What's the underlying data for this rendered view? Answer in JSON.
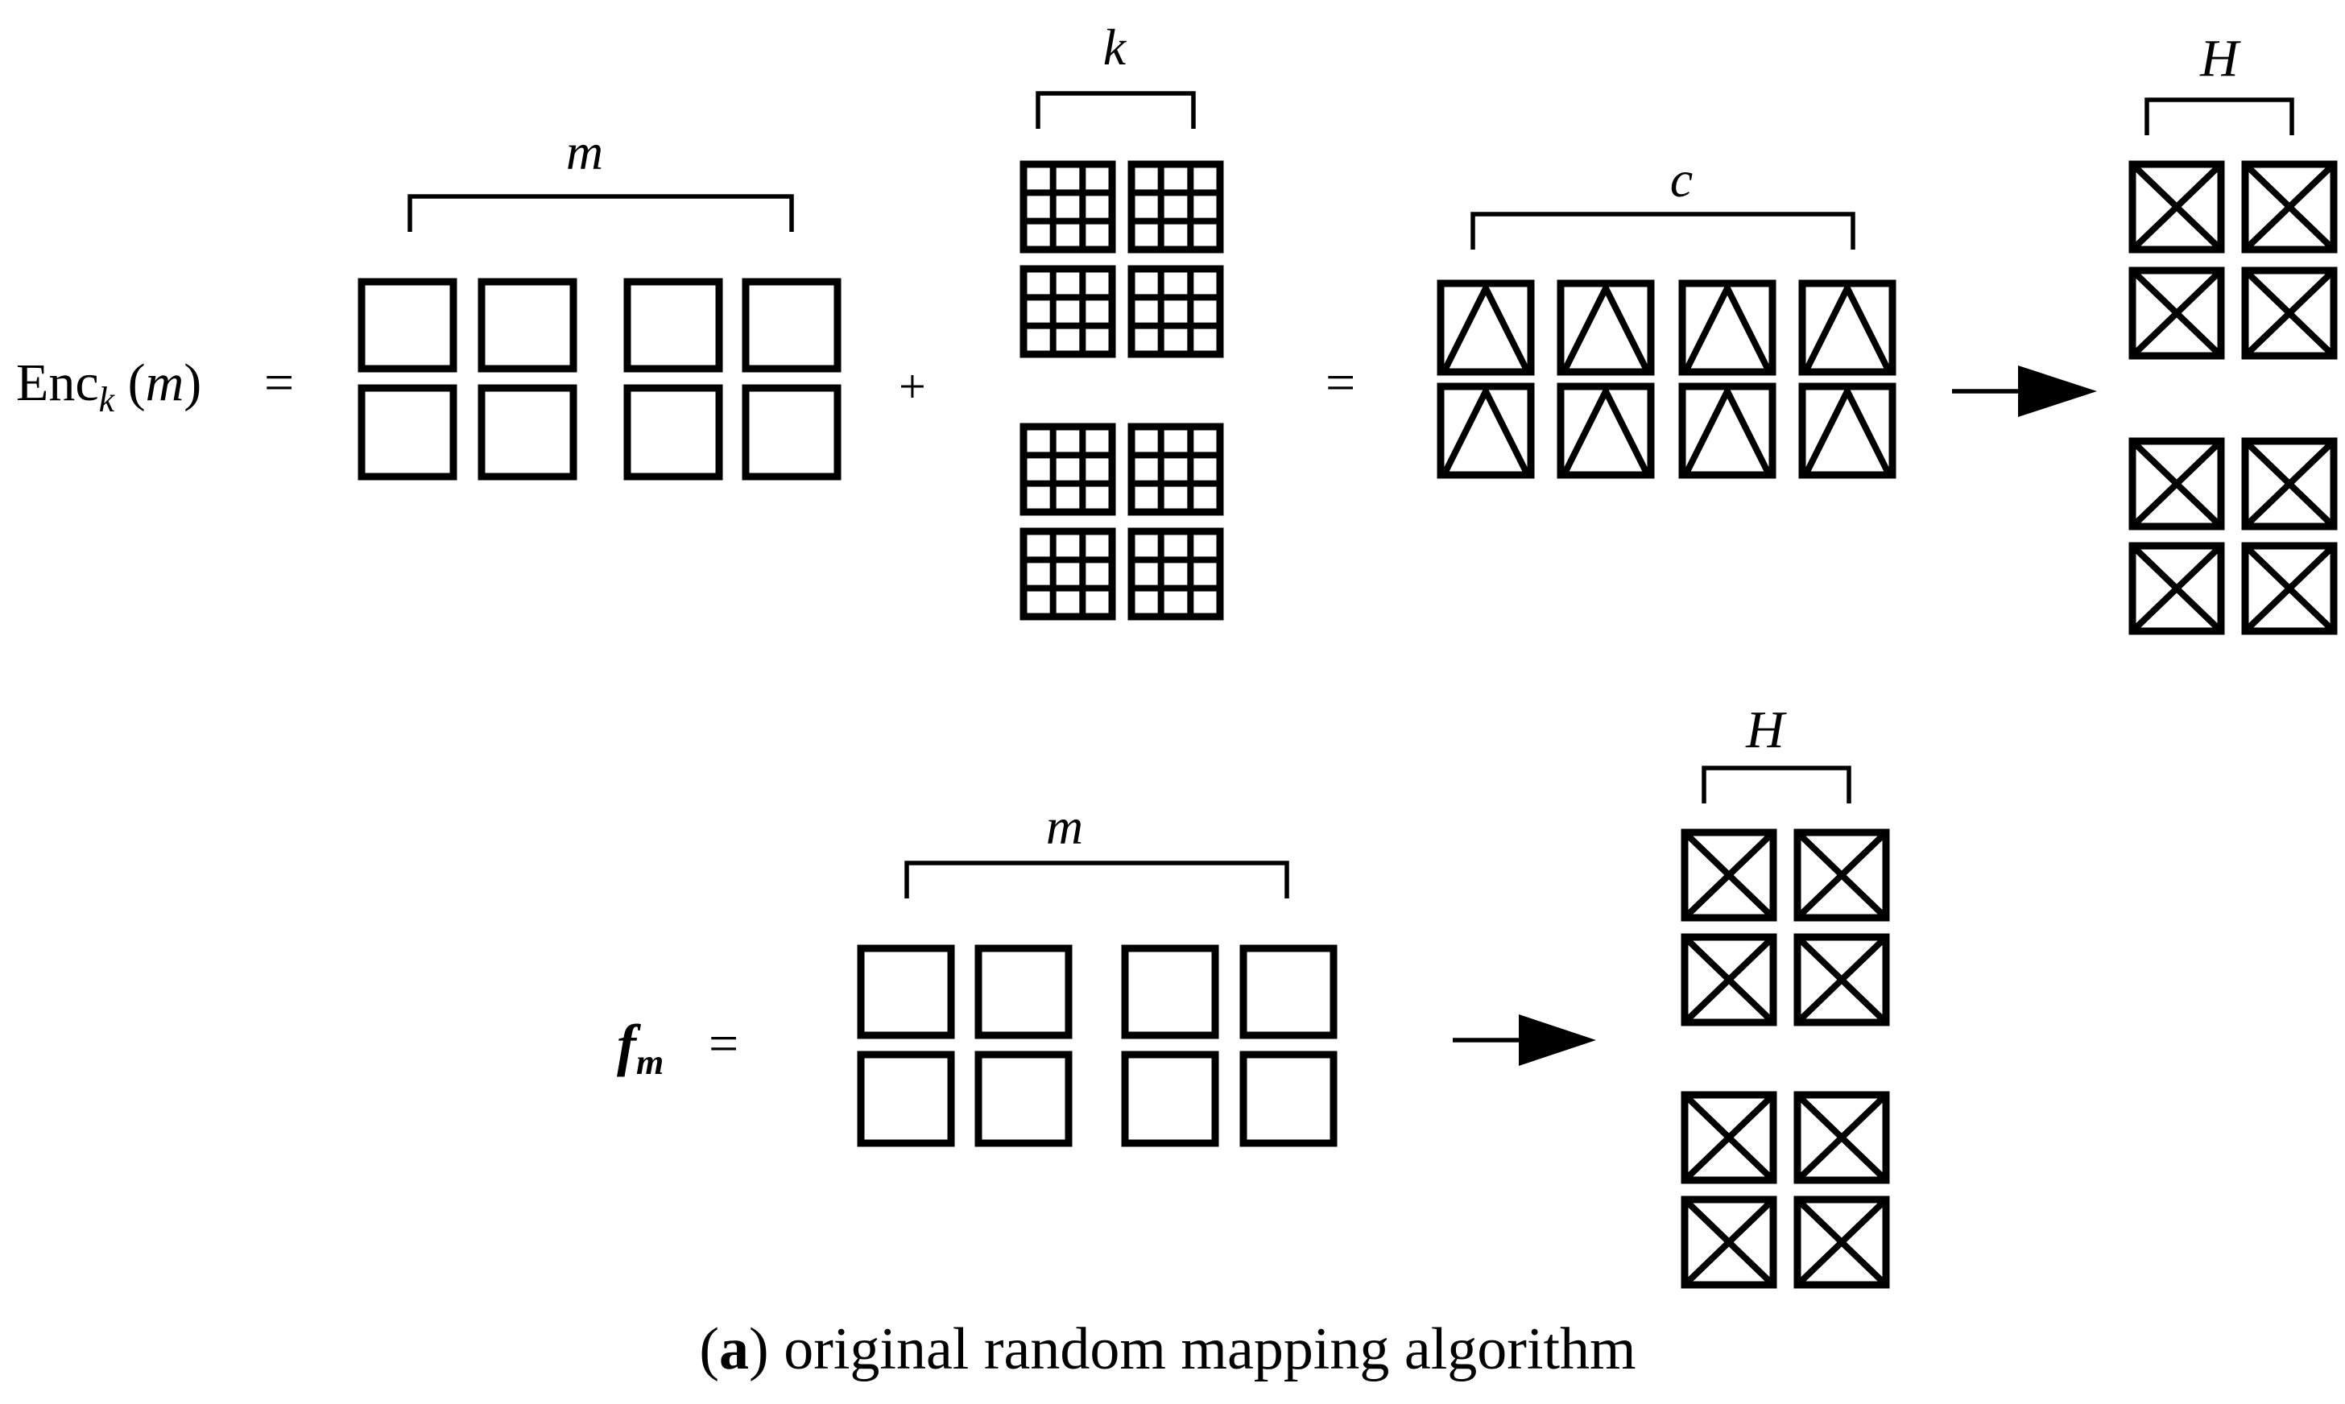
{
  "top_row": {
    "enc_label": {
      "base": "Enc",
      "subscript": "k",
      "open": " (",
      "var": "m",
      "close": ")"
    },
    "eq1": "=",
    "plus": "+",
    "eq2": "=",
    "m_label": "m",
    "k_label": "k",
    "c_label": "c",
    "h_label": "H"
  },
  "bottom_row": {
    "f_label": {
      "base": "f",
      "subscript": "m"
    },
    "eq": "=",
    "m_label": "m",
    "h_label": "H"
  },
  "caption": {
    "letter": "a",
    "text": "original random mapping algorithm"
  }
}
